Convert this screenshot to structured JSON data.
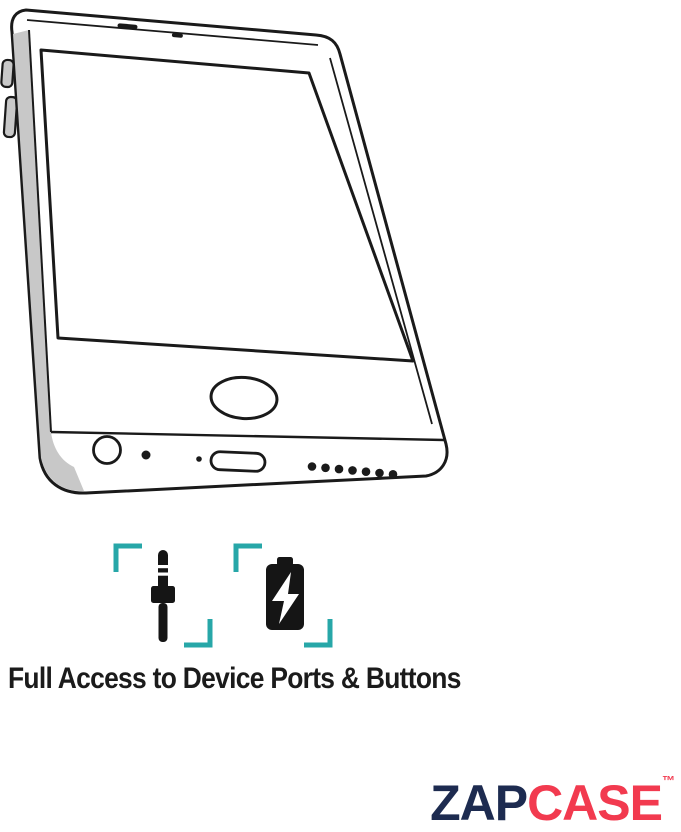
{
  "heading": "Full Access to Device Ports & Buttons",
  "logo": {
    "part1": "ZAP",
    "part2": "CASE",
    "trademark": "™"
  },
  "icons": [
    {
      "name": "headphone-jack-icon"
    },
    {
      "name": "battery-charging-icon"
    }
  ],
  "colors": {
    "line_black": "#1A1A1A",
    "case_gray": "#C8C8C8",
    "accent_teal": "#27A7A8",
    "logo_navy": "#1D2B50",
    "logo_red": "#F23A4F",
    "background": "#FFFFFF"
  }
}
